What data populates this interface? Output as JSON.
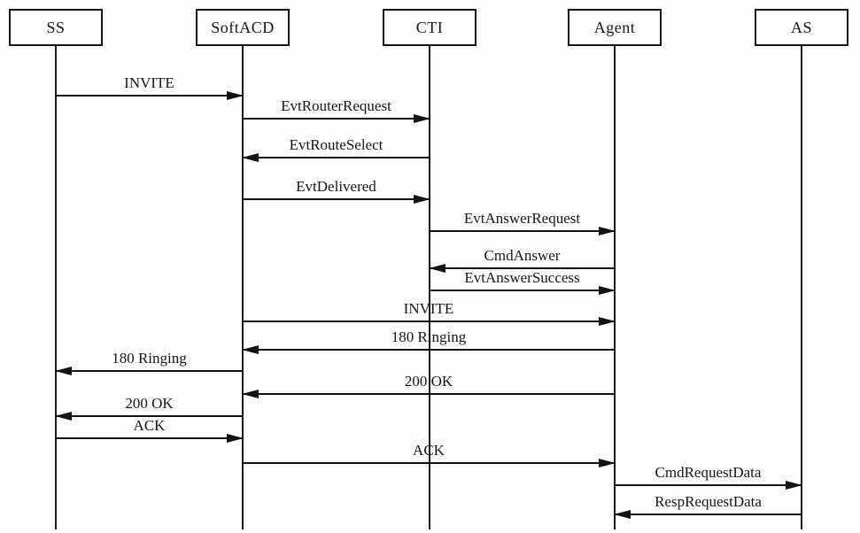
{
  "diagram": {
    "type": "sequence-diagram",
    "colors": {
      "line": "#161616",
      "background": "#fdfdfd"
    },
    "actors": [
      {
        "id": "ss",
        "label": "SS"
      },
      {
        "id": "softacd",
        "label": "SoftACD"
      },
      {
        "id": "cti",
        "label": "CTI"
      },
      {
        "id": "agent",
        "label": "Agent"
      },
      {
        "id": "as",
        "label": "AS"
      }
    ],
    "messages": [
      {
        "label": "INVITE",
        "from": "ss",
        "to": "softacd"
      },
      {
        "label": "EvtRouterRequest",
        "from": "softacd",
        "to": "cti"
      },
      {
        "label": "EvtRouteSelect",
        "from": "cti",
        "to": "softacd"
      },
      {
        "label": "EvtDelivered",
        "from": "softacd",
        "to": "cti"
      },
      {
        "label": "EvtAnswerRequest",
        "from": "cti",
        "to": "agent"
      },
      {
        "label": "CmdAnswer",
        "from": "agent",
        "to": "cti"
      },
      {
        "label": "EvtAnswerSuccess",
        "from": "cti",
        "to": "agent"
      },
      {
        "label": "INVITE",
        "from": "softacd",
        "to": "agent"
      },
      {
        "label": "180 Ringing",
        "from": "agent",
        "to": "softacd"
      },
      {
        "label": "180 Ringing",
        "from": "softacd",
        "to": "ss"
      },
      {
        "label": "200 OK",
        "from": "agent",
        "to": "softacd"
      },
      {
        "label": "200 OK",
        "from": "softacd",
        "to": "ss"
      },
      {
        "label": "ACK",
        "from": "ss",
        "to": "softacd"
      },
      {
        "label": "ACK",
        "from": "softacd",
        "to": "agent"
      },
      {
        "label": "CmdRequestData",
        "from": "agent",
        "to": "as"
      },
      {
        "label": "RespRequestData",
        "from": "as",
        "to": "agent"
      }
    ]
  }
}
